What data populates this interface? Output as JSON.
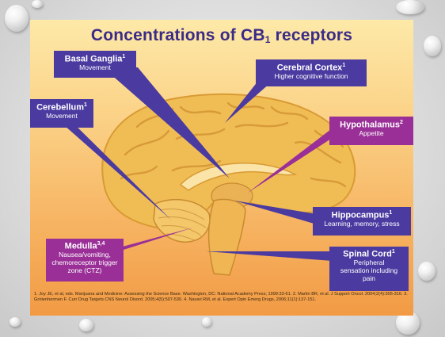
{
  "title": {
    "main": "Concentrations of CB",
    "subscript": "1",
    "suffix": " receptors"
  },
  "labels": {
    "basal_ganglia": {
      "name": "Basal Ganglia",
      "sup": "1",
      "desc": "Movement"
    },
    "cerebral_cortex": {
      "name": "Cerebral Cortex",
      "sup": "1",
      "desc": "Higher cognitive function"
    },
    "cerebellum": {
      "name": "Cerebellum",
      "sup": "1",
      "desc": "Movement"
    },
    "hypothalamus": {
      "name": "Hypothalamus",
      "sup": "2",
      "desc": "Appetite"
    },
    "hippocampus": {
      "name": "Hippocampus",
      "sup": "1",
      "desc": "Learning, memory, stress"
    },
    "medulla": {
      "name": "Medulla",
      "sup": "3,4",
      "desc": "Nausea/vomiting, chemoreceptor trigger zone (CTZ)"
    },
    "spinal_cord": {
      "name": "Spinal Cord",
      "sup": "1",
      "desc": "Peripheral sensation including pain"
    }
  },
  "references": "1. Joy JE, et al, eds. Marijuana and Medicine: Assessing the Science Base. Washington, DC: National Academy Press; 1999:33-61. 2. Martin BR, et al. J Support Oncol. 2004;2(4):305-316. 3. Grotenhermen F. Curr Drug Targets CNS Neurol Disord. 2005;4(5):507-530. 4. Navari RM, et al. Expert Opin Emerg Drugs, 2006;11(1):137-151.",
  "colors": {
    "label_blue": "#4b3aa0",
    "label_magenta": "#9a2f97",
    "title": "#3a2b86",
    "brain": "#f0bd55"
  }
}
